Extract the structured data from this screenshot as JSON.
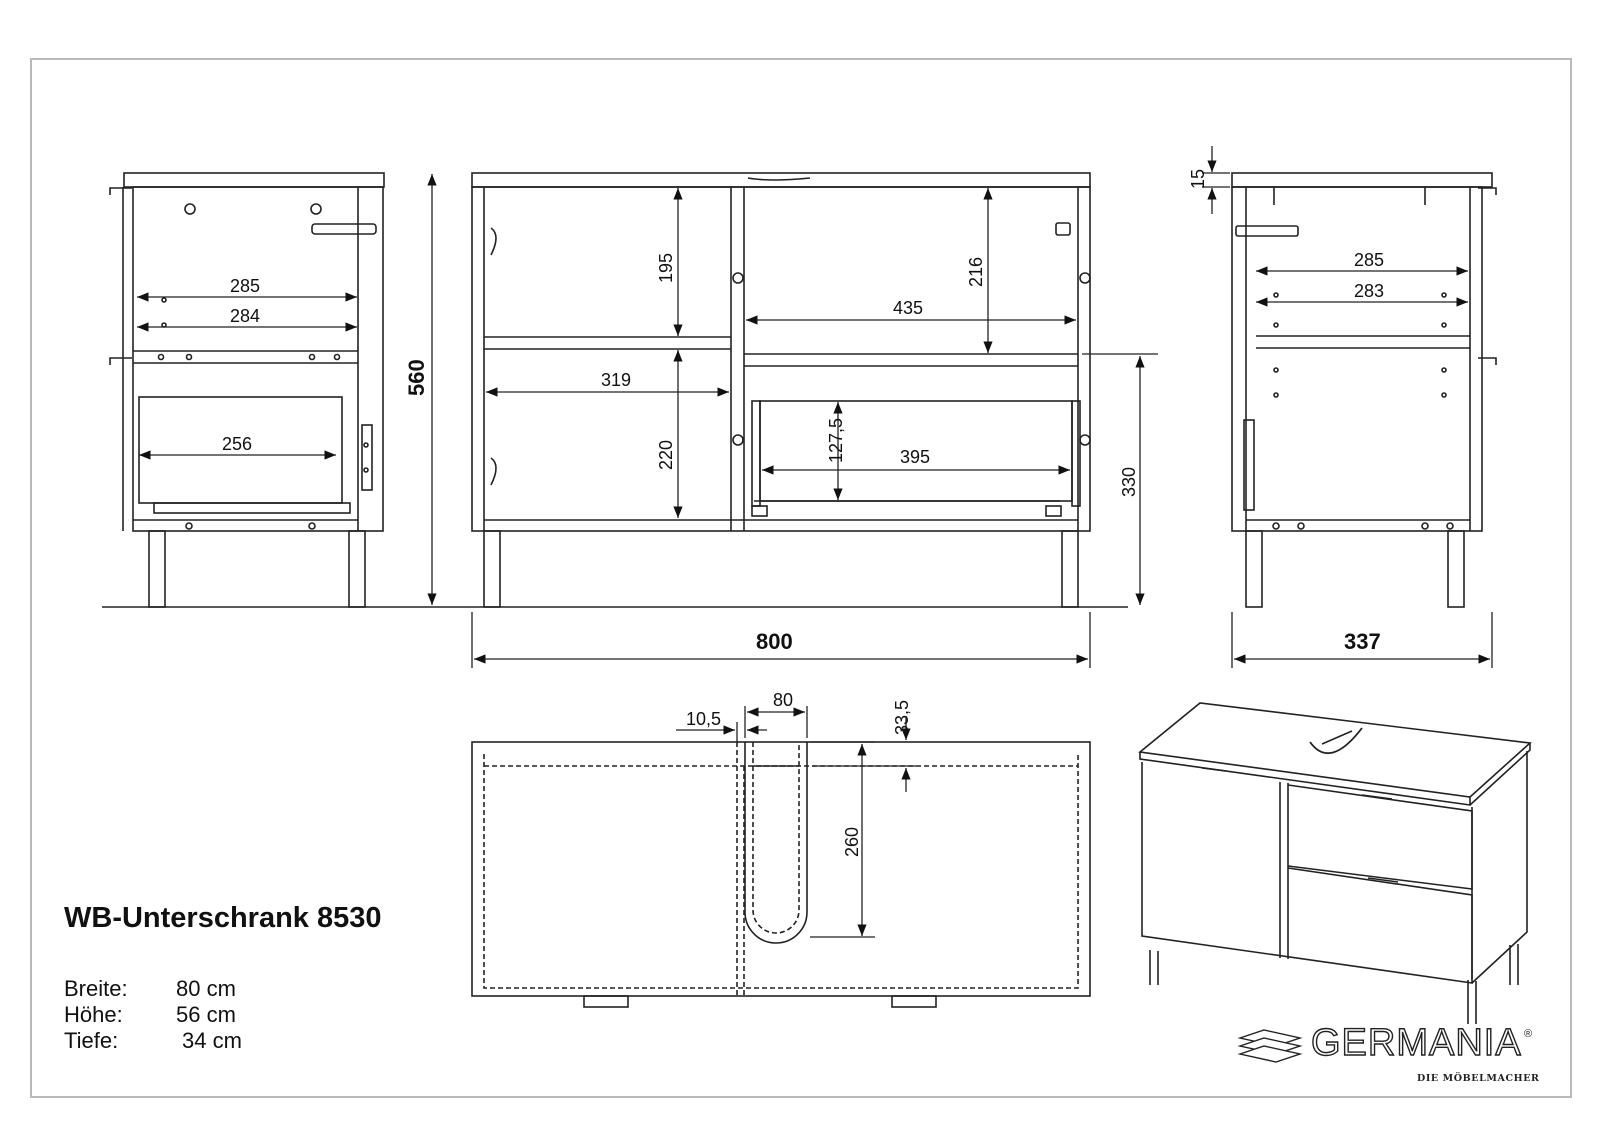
{
  "product": {
    "title": "WB-Unterschrank 8530",
    "specs": [
      {
        "label": "Breite:",
        "value": "80 cm"
      },
      {
        "label": "Höhe:",
        "value": "56 cm"
      },
      {
        "label": "Tiefe:",
        "value": "34 cm"
      }
    ]
  },
  "brand": {
    "name": "GERMANIA",
    "registered": "®",
    "tagline": "DIE MÖBELMACHER"
  },
  "side_view_left": {
    "dims": [
      "285",
      "284",
      "256"
    ]
  },
  "front_view": {
    "height_total": "560",
    "width_total": "800",
    "dims": [
      "195",
      "220",
      "319",
      "216",
      "435",
      "127,5",
      "395",
      "330"
    ]
  },
  "side_view_right": {
    "top_thickness": "15",
    "depth_total": "337",
    "dims": [
      "285",
      "283"
    ]
  },
  "top_view": {
    "dims": [
      "10,5",
      "80",
      "33,5",
      "260"
    ]
  }
}
